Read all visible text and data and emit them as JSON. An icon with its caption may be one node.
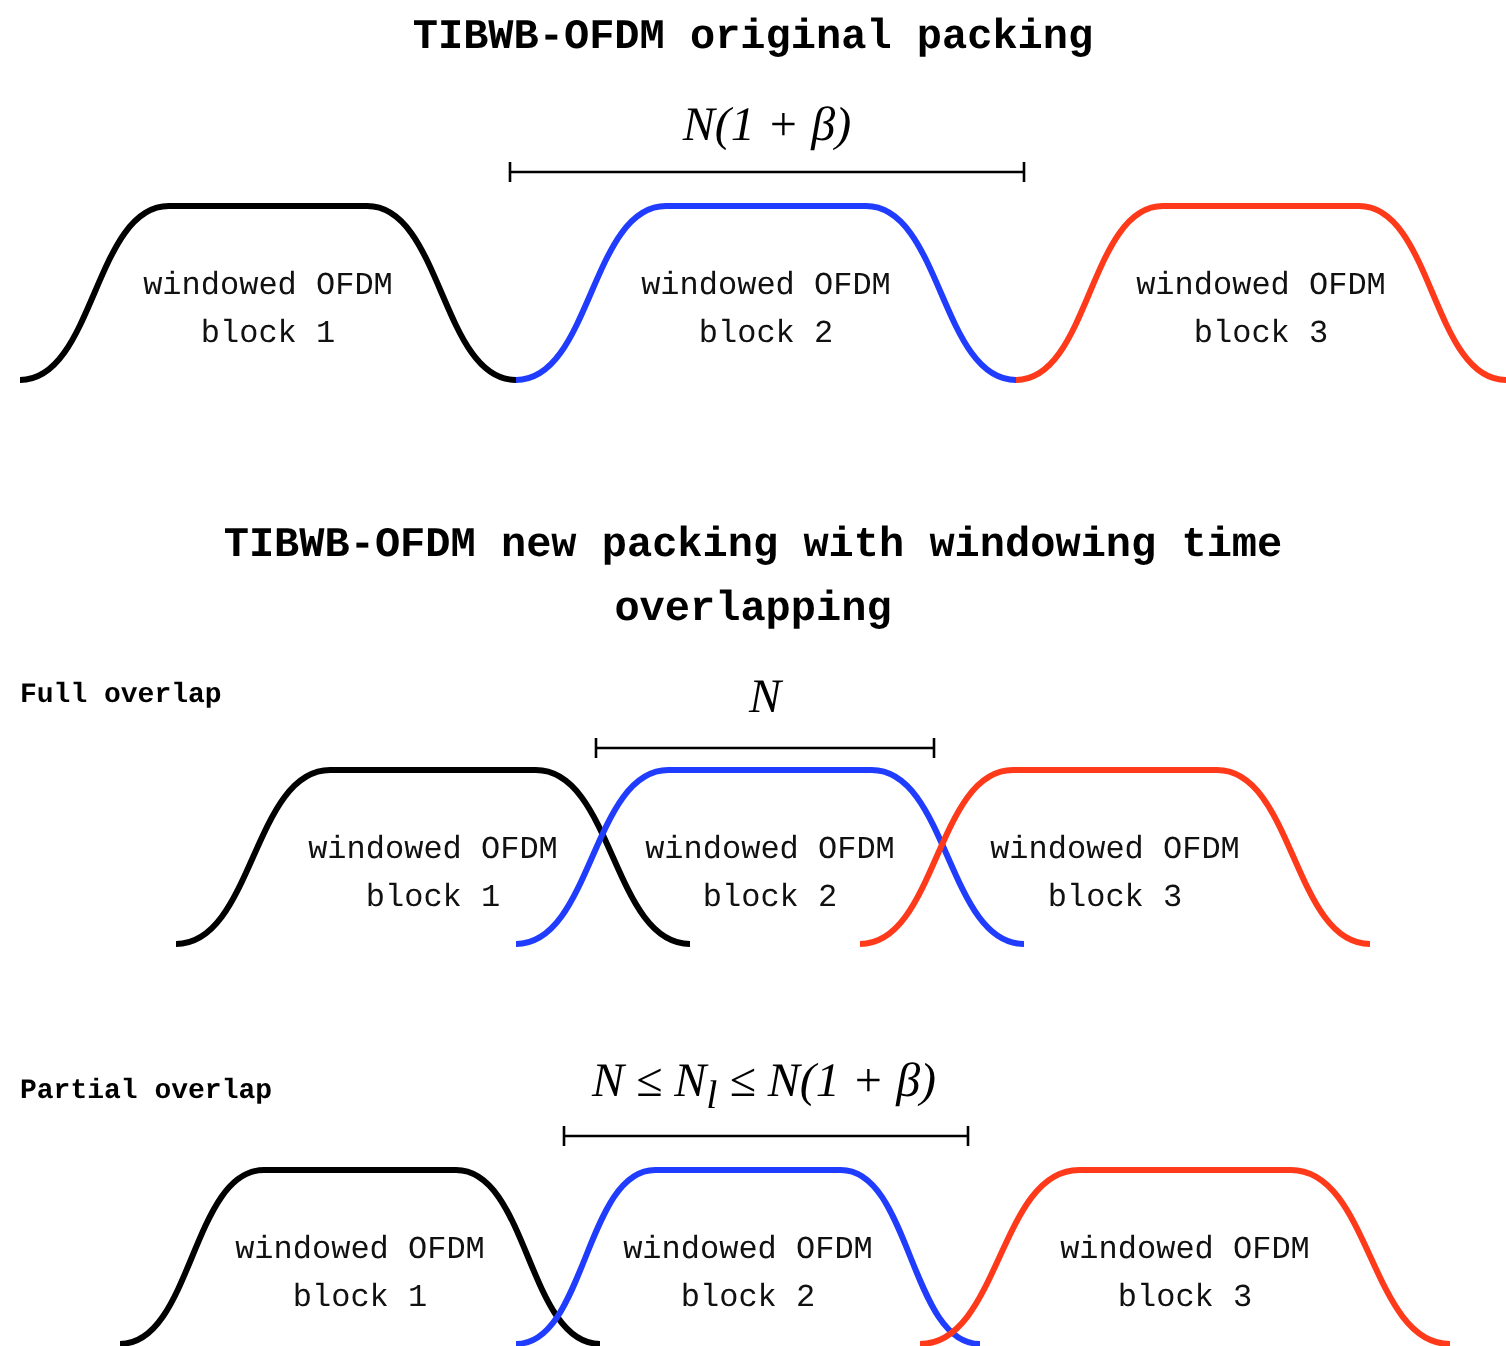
{
  "diagram": {
    "title": "TIBWB-OFDM original packing",
    "nodes": [
      {
        "text": [
          "windowed OFDM block 1"
        ]
      },
      {
        "text": [
          "windowed OFDM block 2"
        ]
      },
      {
        "text": [
          "windowed OFDM block 3"
        ]
      },
      {
        "text": [
          "windowed OFDM block 1"
        ]
      },
      {
        "text": [
          "windowed OFDM block 2"
        ]
      },
      {
        "text": [
          "windowed OFDM block 3"
        ]
      },
      {
        "text": [
          "windowed OFDM block 1"
        ]
      },
      {
        "text": [
          "windowed OFDM block 2"
        ]
      },
      {
        "text": [
          "windowed OFDM block 3"
        ]
      }
    ],
    "edges": [],
    "labels": [
      "N(1 + β)",
      "TIBWB-OFDM new packing with windowing time overlapping",
      "Full overlap",
      "N",
      "Partial overlap",
      "N ≤ N$_{l}$ ≤ N(1 + β)"
    ]
  }
}
